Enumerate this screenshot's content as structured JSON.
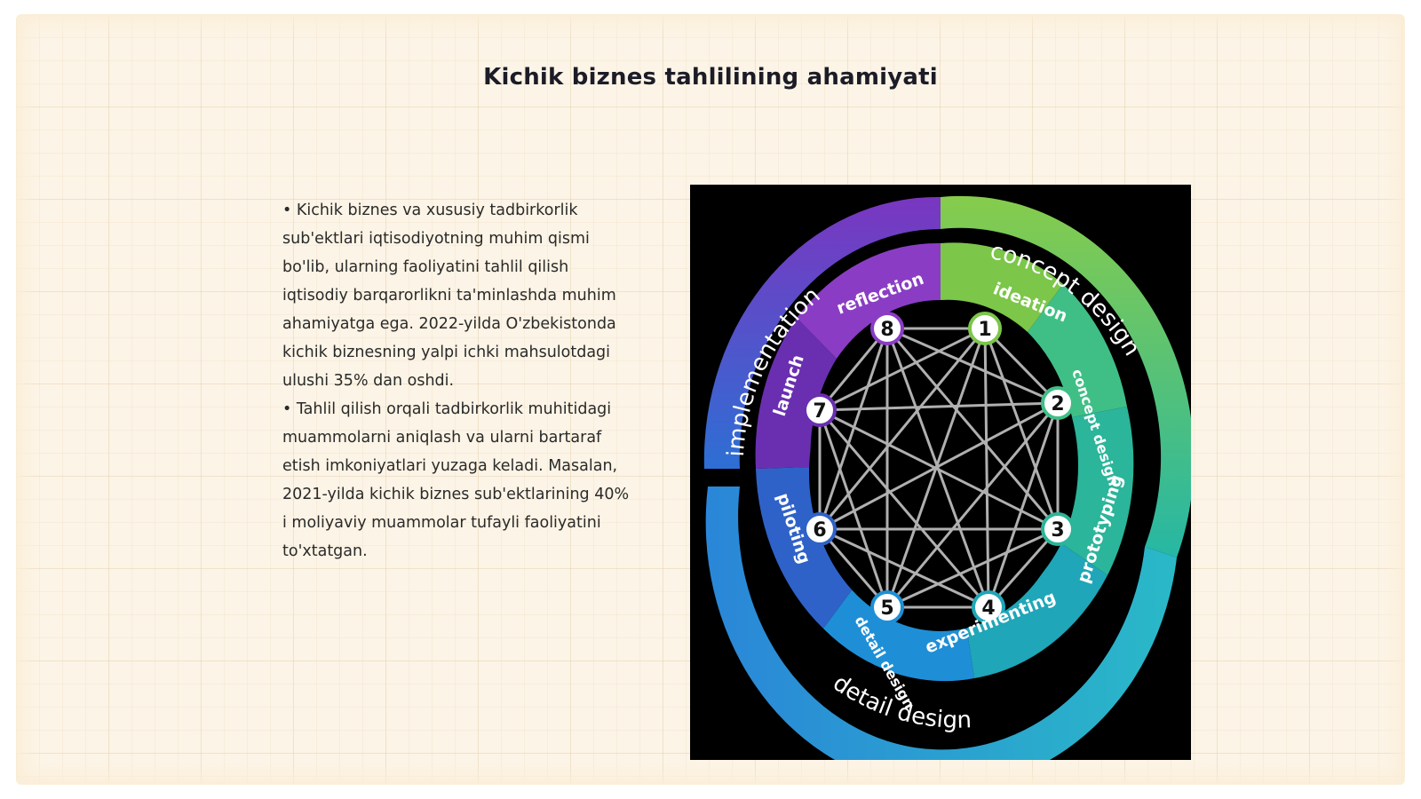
{
  "slide": {
    "title": "Kichik biznes tahlilining ahamiyati",
    "paragraphs": [
      "• Kichik biznes va xususiy tadbirkorlik sub'ektlari iqtisodiyotning muhim qismi bo'lib, ularning faoliyatini tahlil qilish iqtisodiy barqarorlikni ta'minlashda muhim ahamiyatga ega. 2022-yilda O'zbekistonda kichik biznesning yalpi ichki mahsulotdagi ulushi 35% dan oshdi.",
      "• Tahlil qilish orqali tadbirkorlik muhitidagi muammolarni aniqlash va ularni bartaraf etish imkoniyatlari yuzaga keladi. Masalan, 2021-yilda kichik biznes sub'ektlarining 40% i moliyaviy muammolar tufayli faoliyatini to'xtatgan."
    ]
  },
  "diagram": {
    "outer_labels": [
      "implementation",
      "concept design",
      "detail design"
    ],
    "inner_labels": [
      "ideation",
      "concept design",
      "prototyping",
      "experimenting",
      "detail design",
      "piloting",
      "launch",
      "reflection"
    ],
    "node_numbers": [
      "1",
      "2",
      "3",
      "4",
      "5",
      "6",
      "7",
      "8"
    ],
    "colors": {
      "purple": "#6a2fb0",
      "violet": "#8a3dc4",
      "green": "#7cc64a",
      "teal": "#2bb59a",
      "blue": "#1e8fd6",
      "cyan": "#22a8e8"
    }
  }
}
